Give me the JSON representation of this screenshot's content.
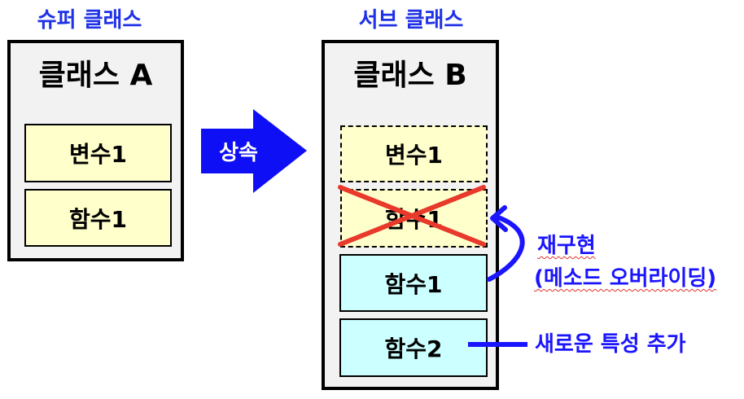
{
  "superclass": {
    "caption": "슈퍼 클래스",
    "title": "클래스 A",
    "variable": "변수1",
    "function": "함수1"
  },
  "inherit": {
    "label": "상속"
  },
  "subclass": {
    "caption": "서브 클래스",
    "title": "클래스 B",
    "inherited_variable": "변수1",
    "inherited_function": "함수1",
    "override_function": "함수1",
    "new_function": "함수2"
  },
  "annotations": {
    "override_line1": "재구현",
    "override_line2": "(메소드 오버라이딩)",
    "new_feature": "새로운 특성 추가"
  },
  "colors": {
    "caption_blue": "#1f31e6",
    "annotation_blue": "#1a14ff",
    "arrow_blue": "#0f0ff5",
    "cross_red": "#e8392b",
    "box_bg": "#f2f2f2",
    "yellow_fill": "#ffffcc",
    "cyan_fill": "#ccffff"
  }
}
